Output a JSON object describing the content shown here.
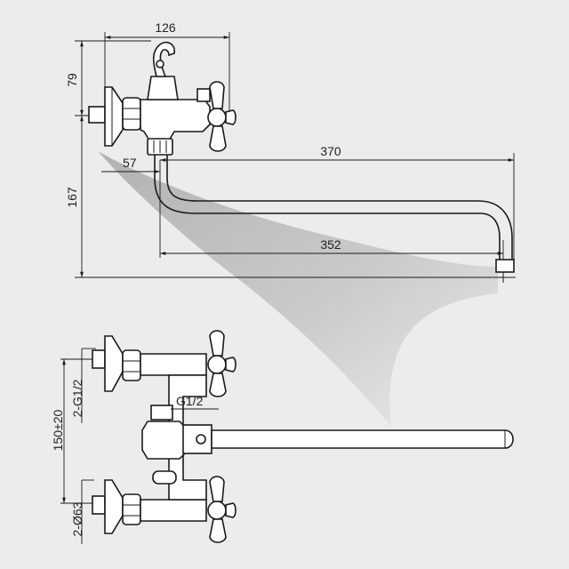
{
  "drawing": {
    "top_view": {
      "dim_width": "126",
      "dim_height_top": "79",
      "dim_height_bottom": "167",
      "dim_offset": "57",
      "dim_spout_total": "370",
      "dim_spout_inner": "352"
    },
    "bottom_view": {
      "dim_center_distance": "150±20",
      "dim_inlet_thread": "2-G1/2",
      "dim_flange_diameter": "2-Ø63",
      "dim_outlet_thread": "G1/2"
    },
    "colors": {
      "background": "#ececec",
      "line": "#1a1a1a",
      "shadow": "#b8b8b8"
    }
  }
}
